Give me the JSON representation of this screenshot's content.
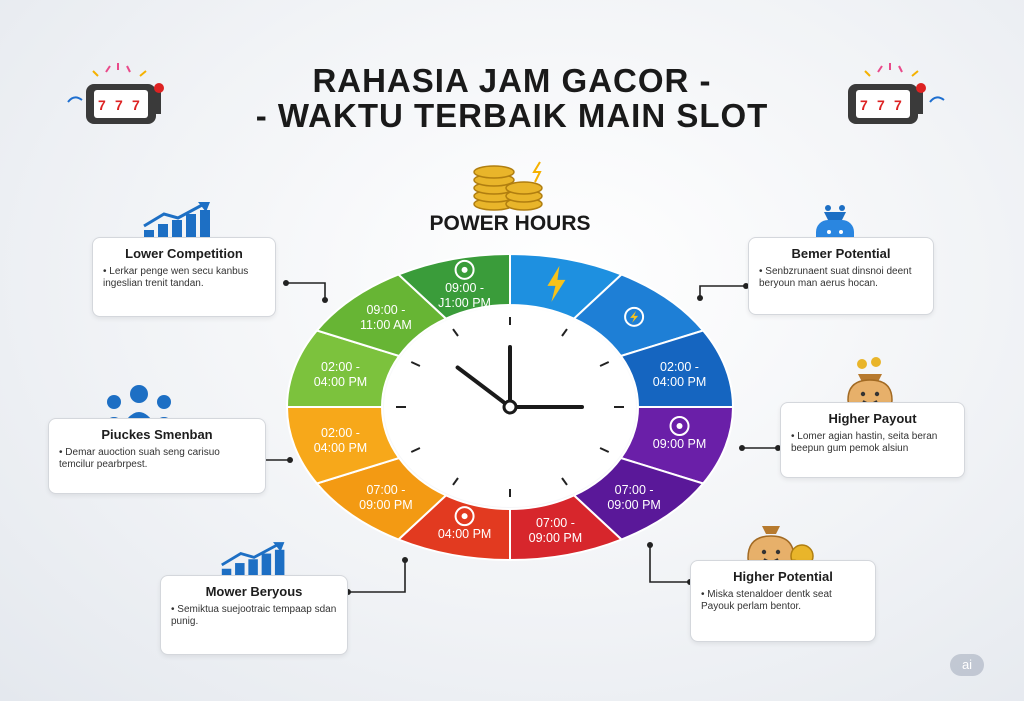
{
  "title": {
    "line1": "RAHASIA JAM GACOR -",
    "line2": "- WAKTU TERBAIK MAIN SLOT"
  },
  "power_hours": "POWER HOURS",
  "wheel": {
    "segments": [
      {
        "label": "",
        "icon": "lightning-icon",
        "color": "#1e90e0"
      },
      {
        "label": "",
        "icon": "lightning-badge-icon",
        "color": "#1e7fd6"
      },
      {
        "label": "02:00 -\n04:00 PM",
        "icon": "",
        "color": "#1565c0"
      },
      {
        "label": "09:00 PM",
        "icon": "gear-badge-icon",
        "color": "#6a1fa8"
      },
      {
        "label": "07:00 -\n09:00 PM",
        "icon": "",
        "color": "#5a1899"
      },
      {
        "label": "07:00 -\n09:00 PM",
        "icon": "",
        "color": "#d7262c"
      },
      {
        "label": "04:00 PM",
        "icon": "gear-badge-icon",
        "color": "#e23a20"
      },
      {
        "label": "07:00 -\n09:00 PM",
        "icon": "",
        "color": "#f39a13"
      },
      {
        "label": "02:00 -\n04:00 PM",
        "icon": "",
        "color": "#f7a81a"
      },
      {
        "label": "02:00 -\n04:00 PM",
        "icon": "",
        "color": "#7cc23d"
      },
      {
        "label": "09:00 -\n11:00 AM",
        "icon": "",
        "color": "#67b534"
      },
      {
        "label": "09:00 -\nJ1:00 PM",
        "icon": "gear-badge-icon",
        "color": "#3a9c3a"
      }
    ]
  },
  "cards": {
    "lower_competition": {
      "title": "Lower Competition",
      "text": "Lerkar penge wen secu kanbus ingeslian trenit tandan.",
      "icon": "bar-chart-icon"
    },
    "piuckes_smenban": {
      "title": "Piuckes Smenban",
      "text": "Demar auoction suah seng carisuo temcilur pearbrpest.",
      "icon": "people-icon"
    },
    "mower_beryous": {
      "title": "Mower Beryous",
      "text": "Semiktua suejootraic tempaap sdan punig.",
      "icon": "bar-chart-icon"
    },
    "bemer_potential": {
      "title": "Bemer Potential",
      "text": "Senbzrunaent suat dinsnoi deent beryoun man aerus hocan.",
      "icon": "money-bag-icon"
    },
    "higher_payout": {
      "title": "Higher Payout",
      "text": "Lomer agian hastin, seita beran beepun gum pemok alsiun",
      "icon": "money-bag-icon"
    },
    "higher_potential": {
      "title": "Higher Potential",
      "text": "Miska stenaldoer dentk seat Payouk perlam bentor.",
      "icon": "money-bag-icon"
    }
  },
  "badge": "ai",
  "colors": {
    "title": "#1a1a1a",
    "card_border": "#d4d7dc",
    "icon_blue": "#1d6fc4",
    "gold": "#e9b52a"
  }
}
